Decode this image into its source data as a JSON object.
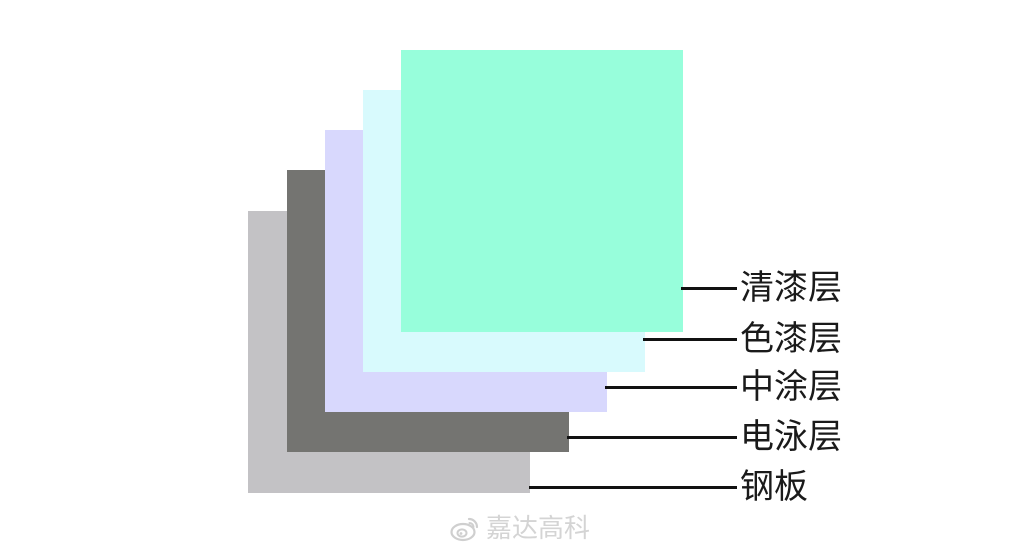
{
  "layers": [
    {
      "id": "steel",
      "label": "钢板",
      "color": "#c3c2c5"
    },
    {
      "id": "ecoat",
      "label": "电泳层",
      "color": "#747471"
    },
    {
      "id": "primer",
      "label": "中涂层",
      "color": "#d8d8fd"
    },
    {
      "id": "basecoat",
      "label": "色漆层",
      "color": "#d8fafd"
    },
    {
      "id": "clearcoat",
      "label": "清漆层",
      "color": "#97fedb"
    }
  ],
  "watermark": {
    "icon": "weibo-icon",
    "text": "嘉达高科"
  }
}
